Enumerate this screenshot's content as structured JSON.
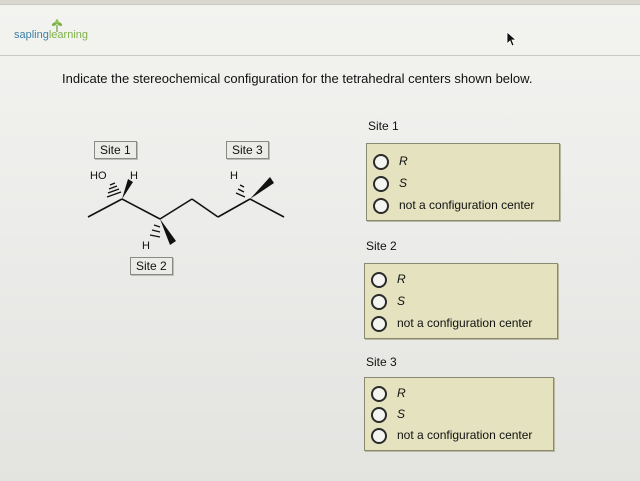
{
  "logo": {
    "part1": "sapling",
    "part2": "learning"
  },
  "question": "Indicate the stereochemical configuration for the tetrahedral centers shown below.",
  "molecule": {
    "labels": {
      "ho": "HO",
      "h1": "H",
      "h2": "H",
      "h3": "H"
    }
  },
  "sites": [
    {
      "title": "Site 1",
      "options": [
        "R",
        "S",
        "not a configuration center"
      ]
    },
    {
      "title": "Site 2",
      "options": [
        "R",
        "S",
        "not a configuration center"
      ]
    },
    {
      "title": "Site 3",
      "options": [
        "R",
        "S",
        "not a configuration center"
      ]
    }
  ],
  "colors": {
    "answer_box": "#e4e2bf",
    "brand_blue": "#3d7fa6",
    "brand_green": "#7fb24a"
  }
}
